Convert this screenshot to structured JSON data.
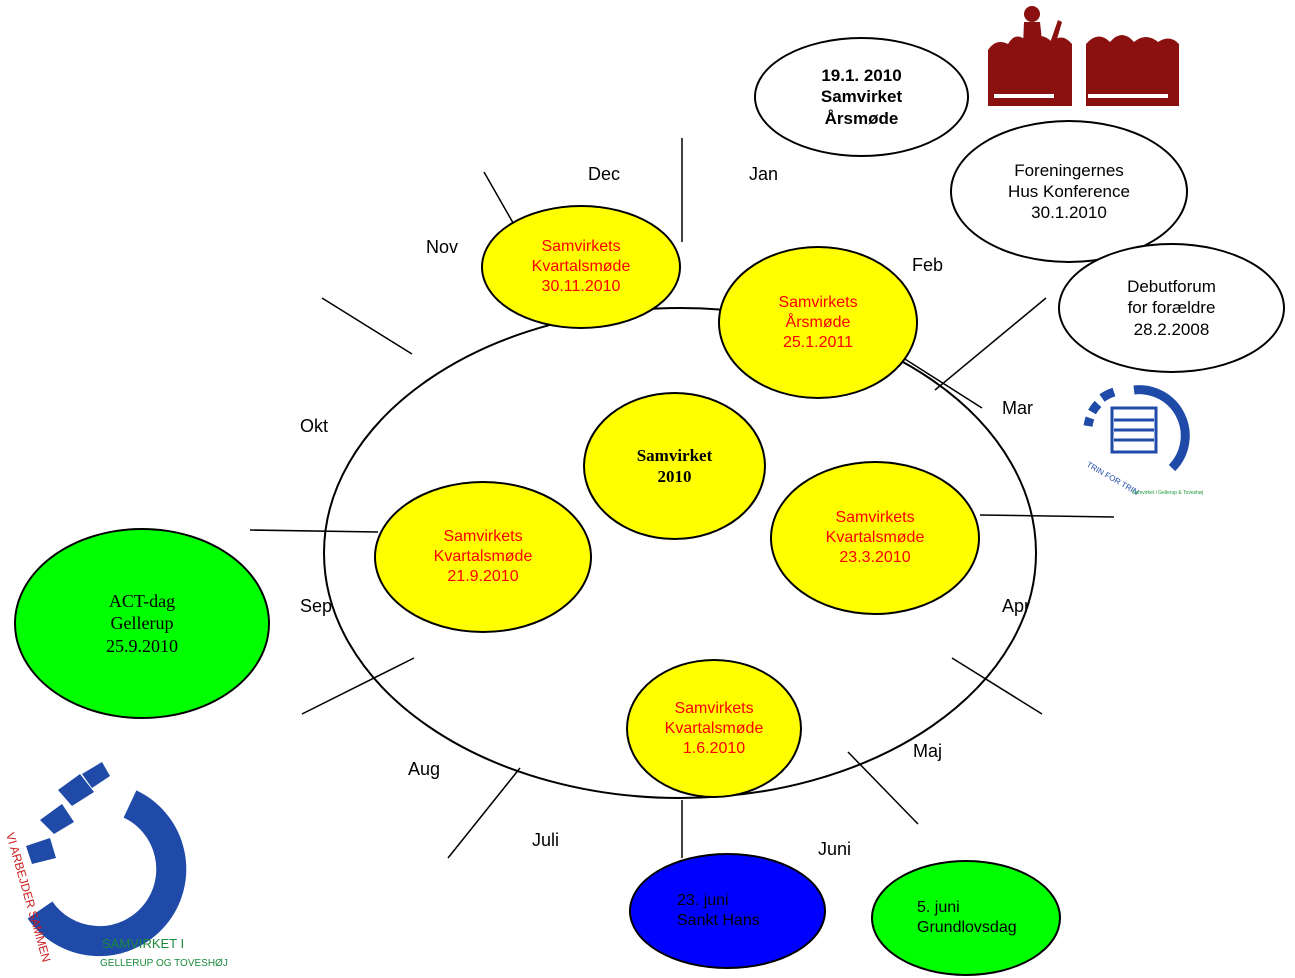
{
  "months": {
    "jan": "Jan",
    "feb": "Feb",
    "mar": "Mar",
    "apr": "Apr",
    "maj": "Maj",
    "juni": "Juni",
    "juli": "Juli",
    "aug": "Aug",
    "sep": "Sep",
    "okt": "Okt",
    "nov": "Nov",
    "dec": "Dec"
  },
  "center": {
    "line1": "Samvirket",
    "line2": "2010"
  },
  "meetings": {
    "nov": {
      "line1": "Samvirkets",
      "line2": "Kvartalsmøde",
      "line3": "30.11.2010"
    },
    "feb": {
      "line1": "Samvirkets",
      "line2": "Årsmøde",
      "line3": "25.1.2011"
    },
    "sep": {
      "line1": "Samvirkets",
      "line2": "Kvartalsmøde",
      "line3": "21.9.2010"
    },
    "mar": {
      "line1": "Samvirkets",
      "line2": "Kvartalsmøde",
      "line3": "23.3.2010"
    },
    "jun": {
      "line1": "Samvirkets",
      "line2": "Kvartalsmøde",
      "line3": "1.6.2010"
    }
  },
  "events": {
    "aarsmoede": {
      "line1": "19.1. 2010",
      "line2": "Samvirket",
      "line3": "Årsmøde"
    },
    "konference": {
      "line1": "Foreningernes",
      "line2": "Hus Konference",
      "line3": "30.1.2010"
    },
    "debutforum": {
      "line1": "Debutforum",
      "line2": "for forældre",
      "line3": "28.2.2008"
    },
    "act": {
      "line1": "ACT-dag",
      "line2": "Gellerup",
      "line3": "25.9.2010"
    },
    "sankthans": {
      "line1": "23. juni",
      "line2": "Sankt Hans"
    },
    "grundlov": {
      "line1": "5. juni",
      "line2": "Grundlovsdag"
    }
  },
  "logos": {
    "trin": {
      "text": "TRIN FOR TRIN",
      "sub": "Samvirket i Gellerup & Toveshøj"
    },
    "samvirket": {
      "arc_text": "VI ARBEJDER SAMMEN",
      "name": "SAMVIRKET I",
      "sub": "GELLERUP OG TOVESHØJ"
    }
  },
  "colors": {
    "yellow": "#ffff00",
    "green": "#00ff00",
    "blue": "#0000ff",
    "red_text": "#ff0000",
    "logo_blue": "#1f4aa8",
    "dark_red": "#8b1010"
  }
}
